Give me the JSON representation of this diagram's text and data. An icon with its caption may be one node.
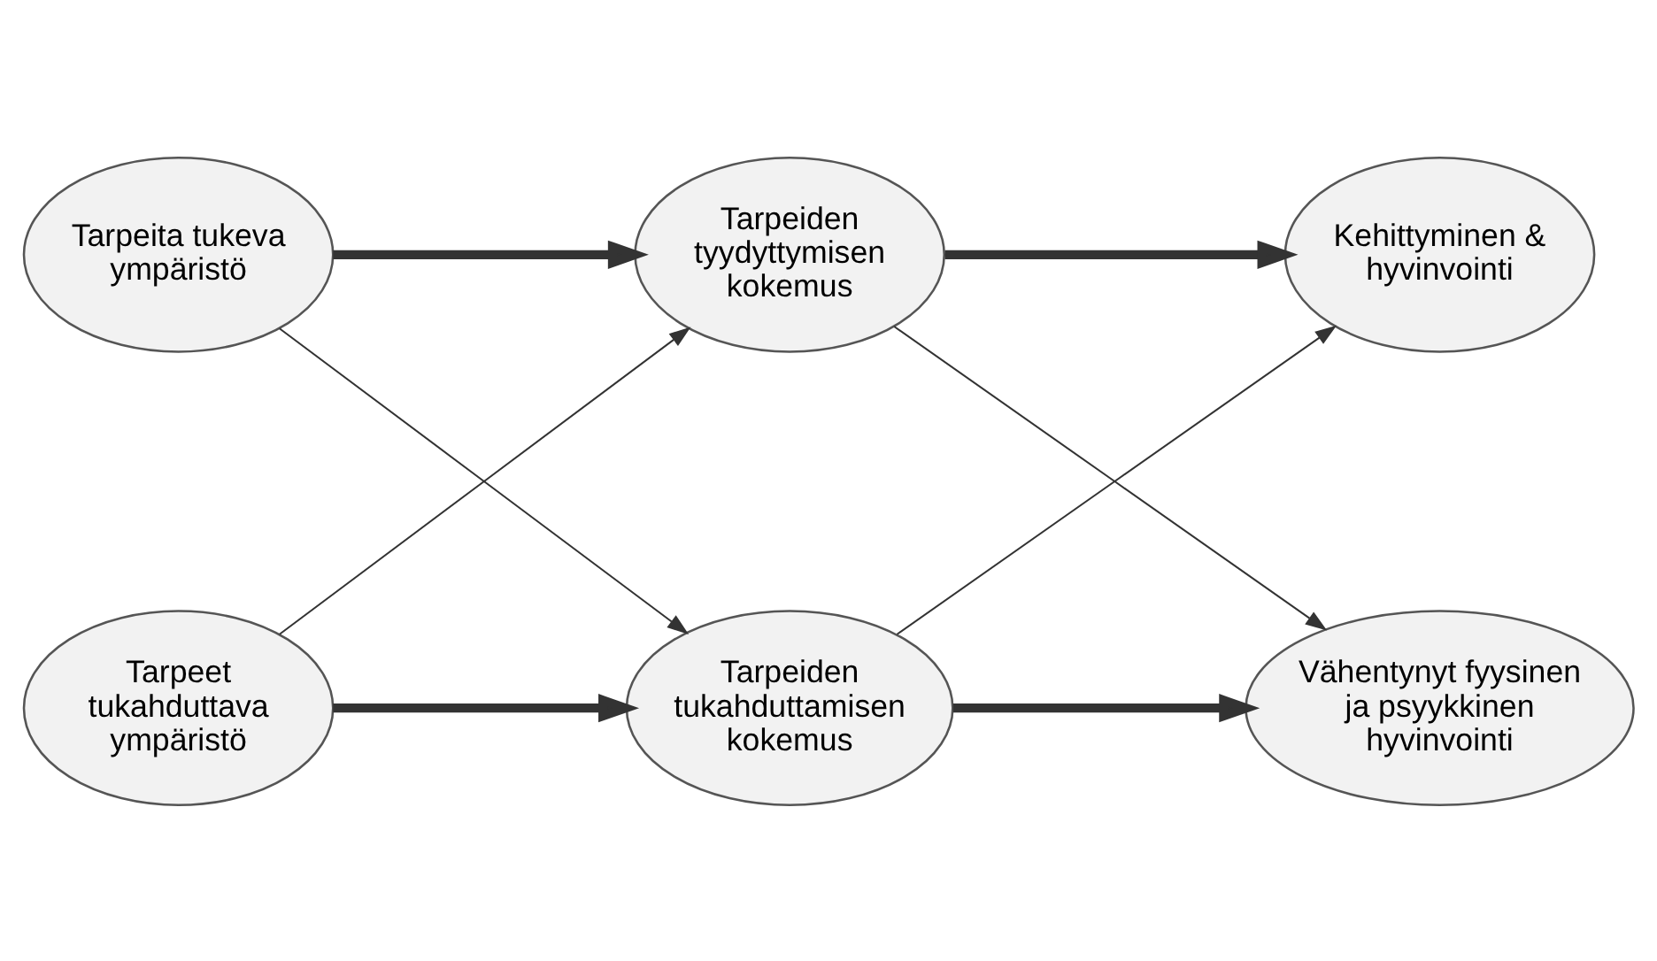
{
  "diagram": {
    "nodes": [
      {
        "text": [
          "Tarpeita tukeva ympäristö"
        ]
      },
      {
        "text": [
          "Tarpeiden tyydyttymisen kokemus"
        ]
      },
      {
        "text": [
          "Kehittyminen & hyvinvointi"
        ]
      },
      {
        "text": [
          "Tarpeet tukahduttava ympäristö"
        ]
      },
      {
        "text": [
          "Tarpeiden tukahduttamisen kokemus"
        ]
      },
      {
        "text": [
          "Vähentynyt fyysinen ja psyykkinen hyvinvointi"
        ]
      }
    ],
    "edges": [
      {
        "from": 0,
        "to": 1,
        "arrow": "to",
        "style": "thick"
      },
      {
        "from": 0,
        "to": 4,
        "arrow": "to"
      },
      {
        "from": 3,
        "to": 1,
        "arrow": "to"
      },
      {
        "from": 3,
        "to": 4,
        "arrow": "to",
        "style": "thick"
      },
      {
        "from": 1,
        "to": 2,
        "arrow": "to",
        "style": "thick"
      },
      {
        "from": 1,
        "to": 5,
        "arrow": "to"
      },
      {
        "from": 4,
        "to": 2,
        "arrow": "to"
      },
      {
        "from": 4,
        "to": 5,
        "arrow": "to",
        "style": "thick"
      }
    ]
  }
}
